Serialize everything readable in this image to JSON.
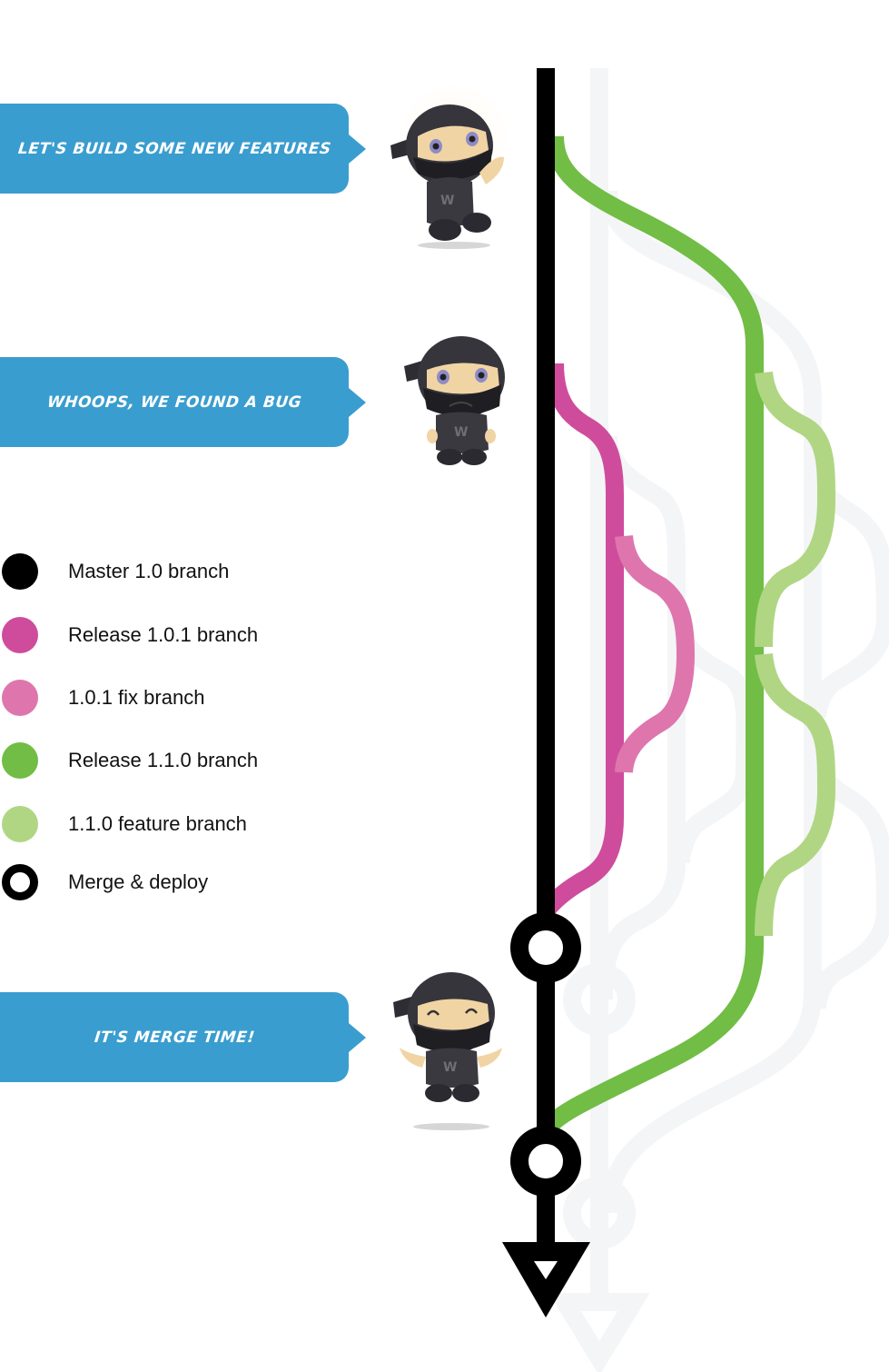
{
  "colors": {
    "master": "#000000",
    "release_101": "#cf4c9c",
    "fix_101": "#de76ad",
    "release_110": "#71bd45",
    "feature_110": "#b0d683",
    "shadow": "#f4f5f7",
    "bubble": "#3a9dcf"
  },
  "bubbles": [
    {
      "text": "Let's build some new features"
    },
    {
      "text": "Whoops, we found a bug"
    },
    {
      "text": "It's merge time!"
    }
  ],
  "ninjas": [
    {
      "mood": "determined-jumping"
    },
    {
      "mood": "sad-standing"
    },
    {
      "mood": "happy-jumping"
    }
  ],
  "legend": [
    {
      "label": "Master 1.0 branch",
      "color": "#000000",
      "style": "solid"
    },
    {
      "label": "Release 1.0.1 branch",
      "color": "#cf4c9c",
      "style": "solid"
    },
    {
      "label": "1.0.1 fix branch",
      "color": "#de76ad",
      "style": "solid"
    },
    {
      "label": "Release 1.1.0 branch",
      "color": "#71bd45",
      "style": "solid"
    },
    {
      "label": "1.1.0 feature branch",
      "color": "#b0d683",
      "style": "solid"
    },
    {
      "label": "Merge & deploy",
      "color": "#000000",
      "style": "ring"
    }
  ],
  "branches": [
    {
      "name": "master",
      "legend": "Master 1.0 branch"
    },
    {
      "name": "release-1.1.0",
      "legend": "Release 1.1.0 branch"
    },
    {
      "name": "release-1.0.1",
      "legend": "Release 1.0.1 branch"
    },
    {
      "name": "fix-1.0.1",
      "legend": "1.0.1 fix branch"
    },
    {
      "name": "feature-1.1.0",
      "legend": "1.1.0 feature branch",
      "count": 2
    }
  ],
  "merge_points": 2
}
